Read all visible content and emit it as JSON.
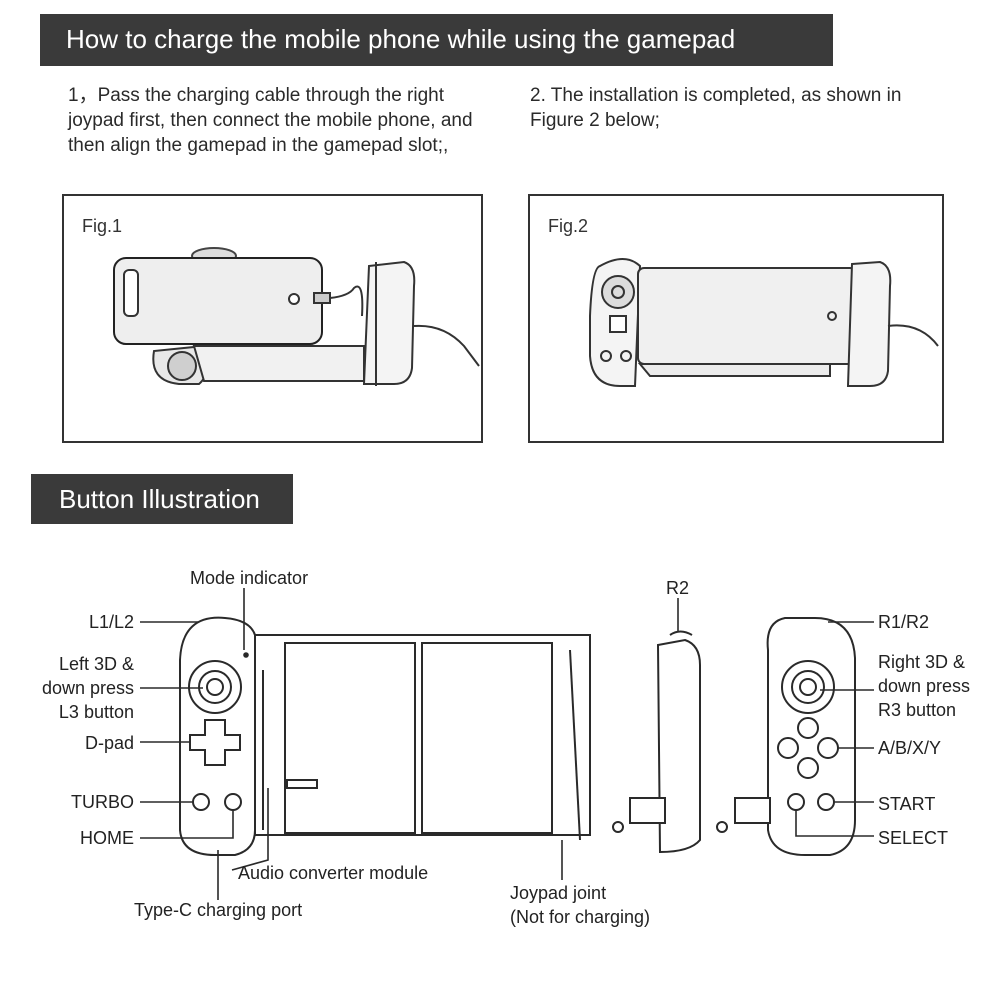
{
  "headers": {
    "charge_title": "How to charge the mobile phone while using the gamepad",
    "button_title": "Button Illustration"
  },
  "steps": {
    "step1": "1，Pass the charging cable through the right joypad first, then connect the mobile phone, and then align the gamepad in the gamepad slot;,",
    "step2": "2. The installation is completed, as shown in Figure 2 below;"
  },
  "figures": {
    "fig1_label": "Fig.1",
    "fig2_label": "Fig.2"
  },
  "callouts": {
    "mode_indicator": "Mode indicator",
    "l1l2": "L1/L2",
    "left3d_1": "Left 3D &",
    "left3d_2": "down press",
    "left3d_3": "L3 button",
    "dpad": "D-pad",
    "turbo": "TURBO",
    "home": "HOME",
    "audio": "Audio converter module",
    "typec": "Type-C charging port",
    "r2": "R2",
    "joint_1": "Joypad joint",
    "joint_2": "(Not for charging)",
    "r1r2": "R1/R2",
    "right3d_1": "Right 3D &",
    "right3d_2": "down press",
    "right3d_3": "R3 button",
    "abxy": "A/B/X/Y",
    "start": "START",
    "select": "SELECT"
  }
}
